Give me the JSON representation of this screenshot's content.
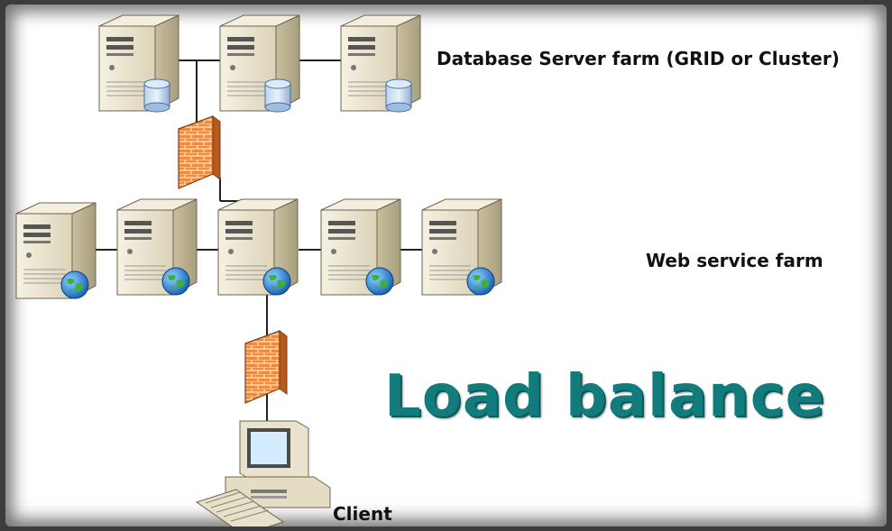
{
  "labels": {
    "db_farm": "Database Server farm (GRID or Cluster)",
    "web_farm": "Web service farm",
    "client": "Client",
    "title": "Load balance"
  },
  "colors": {
    "title": "#127c7c",
    "server_body": "#ede6d0",
    "firewall": "#e8823a",
    "connector": "#222222"
  },
  "icons": {
    "db_server": "database-server-icon",
    "web_server": "web-server-icon",
    "firewall": "firewall-icon",
    "client": "client-computer-icon"
  }
}
